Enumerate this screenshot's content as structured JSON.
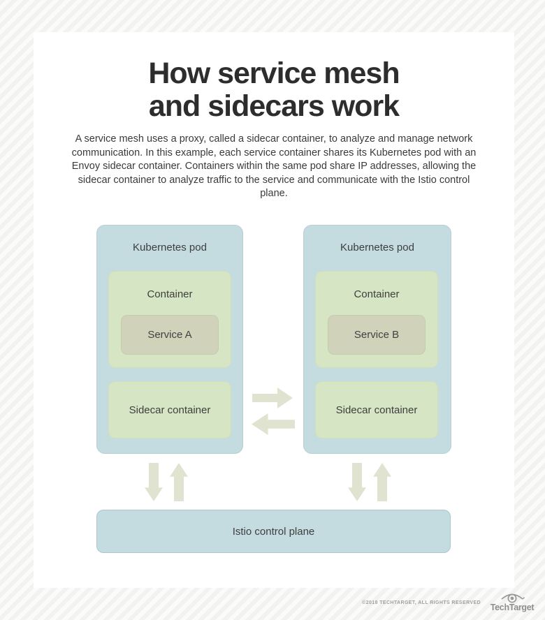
{
  "header": {
    "title_line1": "How service mesh",
    "title_line2": "and sidecars work",
    "description": "A service mesh uses a proxy, called a sidecar container, to analyze and manage network communication. In this example, each service container shares its Kubernetes pod with an Envoy sidecar container. Containers within the same pod share IP addresses, allowing the sidecar container to analyze traffic to the service and communicate with the Istio control plane."
  },
  "diagram": {
    "pods": [
      {
        "label": "Kubernetes pod",
        "container_label": "Container",
        "service_label": "Service A",
        "sidecar_label": "Sidecar container"
      },
      {
        "label": "Kubernetes pod",
        "container_label": "Container",
        "service_label": "Service B",
        "sidecar_label": "Sidecar container"
      }
    ],
    "control_plane_label": "Istio control plane",
    "icons": {
      "exchange": "right-arrow-icon and left-arrow-icon between pods",
      "vertical_links": "down-arrow-icon and up-arrow-icon pairs between each pod and control plane"
    }
  },
  "footer": {
    "copyright": "©2018 TECHTARGET, ALL RIGHTS RESERVED",
    "brand": "TechTarget"
  },
  "colors": {
    "background_stripe_dark": "#f2f2f1",
    "background_stripe_light": "#fbfbfa",
    "card": "#ffffff",
    "pod_fill": "#c4dce0",
    "pod_border": "#b5cfd5",
    "container_fill": "#d6e5c4",
    "service_fill": "#d0d3ba",
    "arrow": "#e0e3d0",
    "control_plane_fill": "#c4dce0",
    "title_text": "#2d2d2d",
    "body_text": "#3a3a3a",
    "footer_text": "#a0a0a0"
  }
}
